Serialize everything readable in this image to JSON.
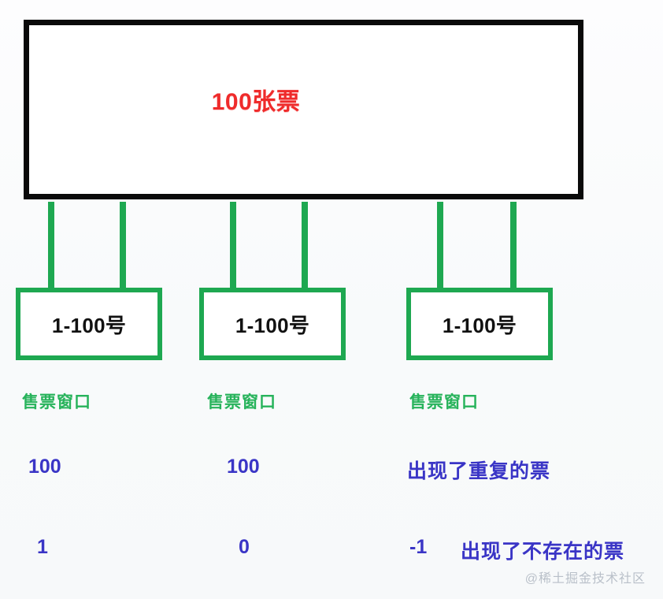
{
  "diagram": {
    "title_text": "100张票",
    "title_color": "#ef2b2b",
    "accent_green": "#1ea851",
    "caption_green": "#27b35b",
    "value_blue": "#3a35c6",
    "pool": {
      "label": "100张票"
    },
    "windows": [
      {
        "box_label": "1-100号",
        "caption": "售票窗口"
      },
      {
        "box_label": "1-100号",
        "caption": "售票窗口"
      },
      {
        "box_label": "1-100号",
        "caption": "售票窗口"
      }
    ],
    "rows": [
      {
        "name": "remaining-count-row",
        "cells": [
          "100",
          "100",
          "出现了重复的票"
        ]
      },
      {
        "name": "oversold-count-row",
        "cells": [
          "1",
          "0",
          "-1",
          "出现了不存在的票"
        ]
      }
    ]
  },
  "watermark": {
    "text": "@稀土掘金技术社区"
  }
}
